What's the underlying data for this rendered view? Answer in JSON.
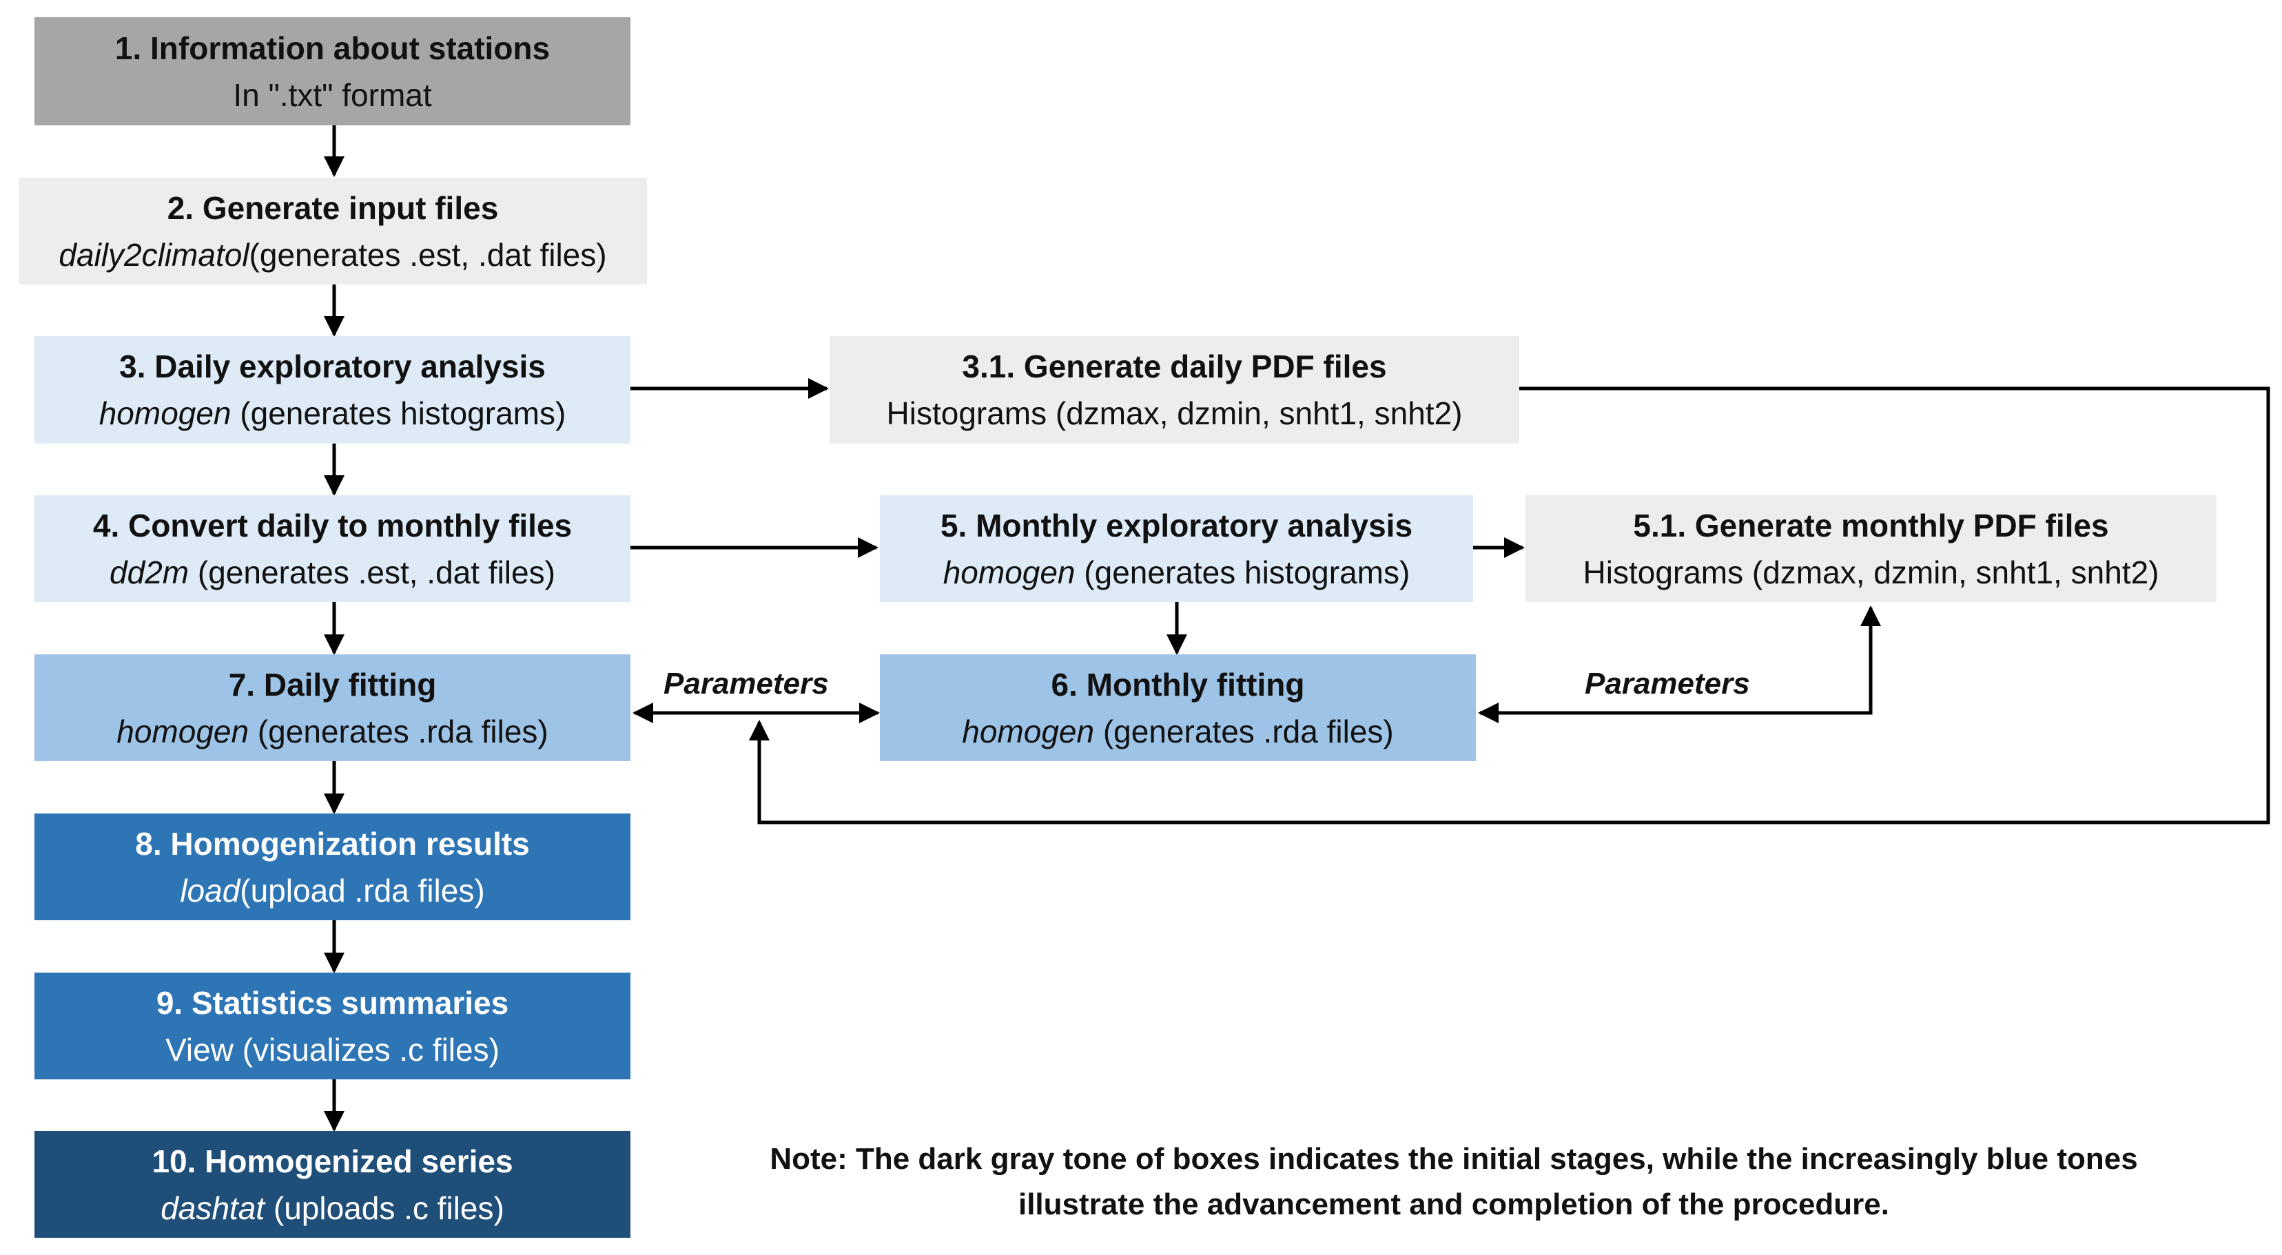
{
  "colors": {
    "stage_gray_dark": "#a6a6a6",
    "stage_gray_light": "#ededed",
    "stage_blue_pale": "#deebf7",
    "stage_blue_light": "#9dc3e6",
    "stage_blue_mid": "#2e75b6",
    "stage_blue_dark": "#1f4e79",
    "arrow": "#000000"
  },
  "boxes": {
    "b1": {
      "title": "1. Information about stations",
      "sub_italic": "",
      "sub_rest": "In \".txt\" format"
    },
    "b2": {
      "title": "2. Generate input files",
      "sub_italic": "daily2climatol",
      "sub_rest": "(generates .est, .dat files)"
    },
    "b3": {
      "title": "3. Daily exploratory analysis",
      "sub_italic": "homogen",
      "sub_rest": " (generates histograms)"
    },
    "b31": {
      "title": "3.1. Generate daily PDF files",
      "sub_italic": "",
      "sub_rest": "Histograms (dzmax, dzmin, snht1, snht2)"
    },
    "b4": {
      "title": "4. Convert daily to monthly files",
      "sub_italic": "dd2m",
      "sub_rest": " (generates .est, .dat files)"
    },
    "b5": {
      "title": "5. Monthly exploratory analysis",
      "sub_italic": "homogen",
      "sub_rest": " (generates histograms)"
    },
    "b51": {
      "title": "5.1. Generate monthly PDF files",
      "sub_italic": "",
      "sub_rest": "Histograms (dzmax, dzmin, snht1, snht2)"
    },
    "b7": {
      "title": "7. Daily fitting",
      "sub_italic": "homogen",
      "sub_rest": " (generates .rda files)"
    },
    "b6": {
      "title": "6. Monthly fitting",
      "sub_italic": "homogen",
      "sub_rest": " (generates .rda files)"
    },
    "b8": {
      "title": "8. Homogenization results",
      "sub_italic": "load",
      "sub_rest": "(upload .rda files)"
    },
    "b9": {
      "title": "9. Statistics summaries",
      "sub_italic": "",
      "sub_rest": "View (visualizes  .c files)"
    },
    "b10": {
      "title": "10. Homogenized series",
      "sub_italic": "dashtat",
      "sub_rest": " (uploads .c files)"
    }
  },
  "labels": {
    "params_left": "Parameters",
    "params_right": "Parameters"
  },
  "note": {
    "line1": "Note: The dark gray tone of boxes indicates the initial stages, while the increasingly blue tones",
    "line2": "illustrate the advancement and completion of the procedure."
  }
}
